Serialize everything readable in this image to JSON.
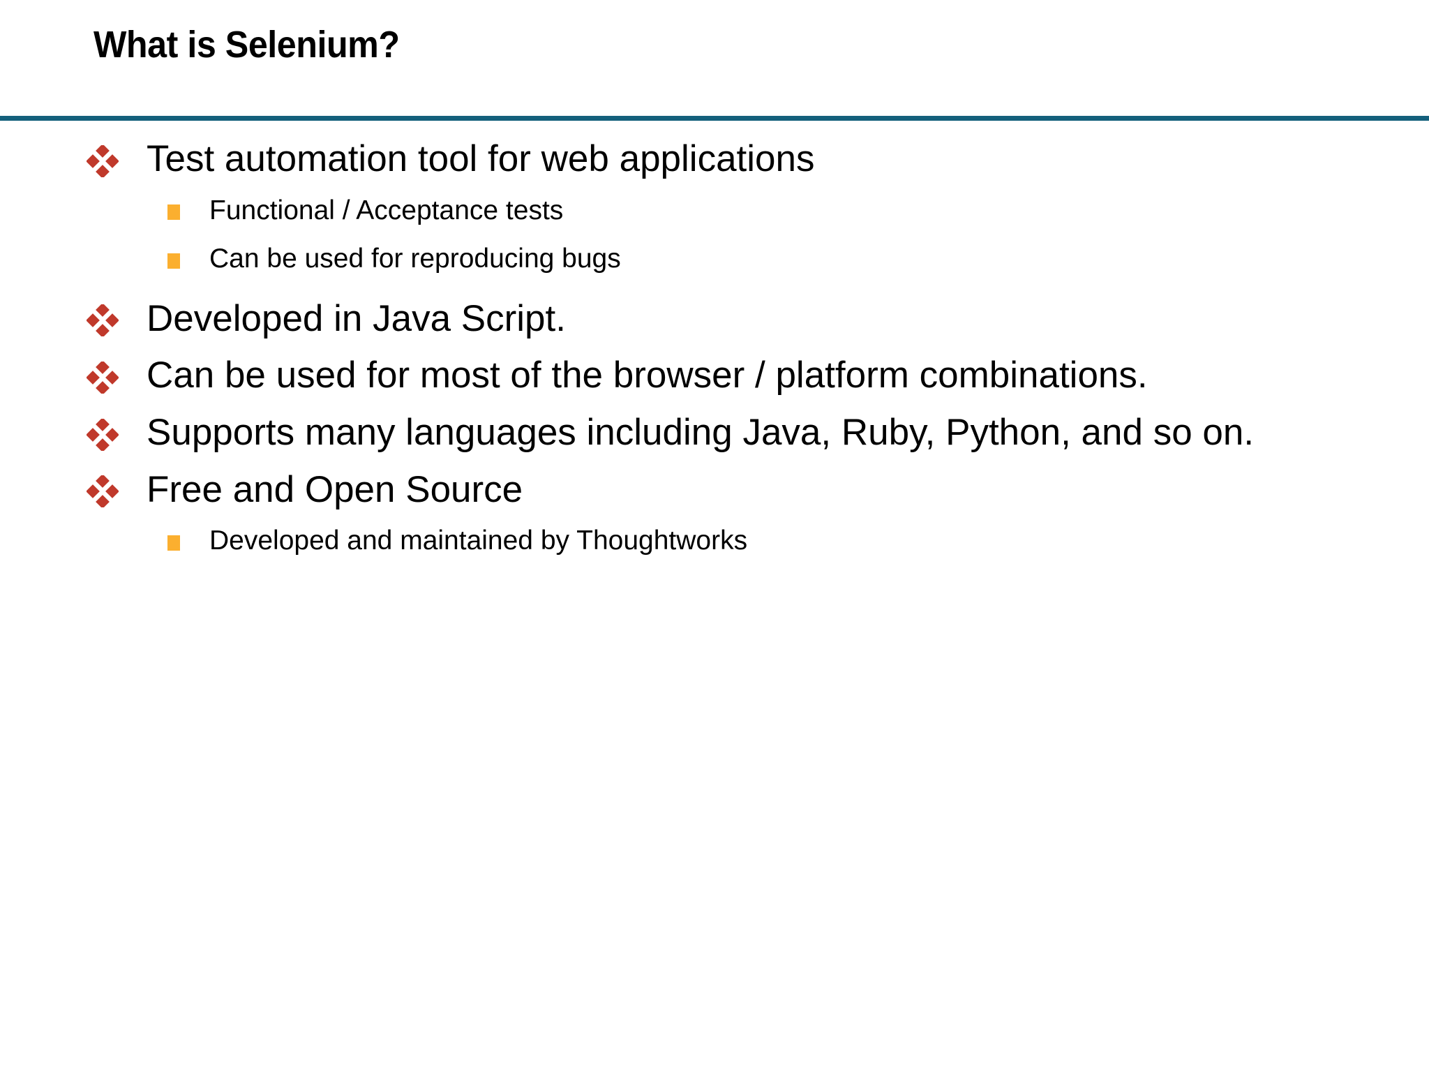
{
  "slide": {
    "title": "What is Selenium?",
    "accent_rule_color": "#14607C",
    "level1_bullet_color": "#C0392B",
    "level2_bullet_color": "#FBAF2F",
    "background_color": "#FFFFFF",
    "text_color": "#000000",
    "level1_bullet_glyph": "diamond-cluster-icon",
    "level2_bullet_glyph": "small-square-icon"
  },
  "content": {
    "items": [
      {
        "level": 1,
        "text": "Test automation tool for web applications"
      },
      {
        "level": 2,
        "text": "Functional / Acceptance tests"
      },
      {
        "level": 2,
        "text": "Can be used for reproducing bugs"
      },
      {
        "level": 1,
        "text": "Developed in Java Script."
      },
      {
        "level": 1,
        "text": "Can be used for most of the browser / platform combinations."
      },
      {
        "level": 1,
        "text": "Supports many languages including Java, Ruby, Python, and so on."
      },
      {
        "level": 1,
        "text": "Free and Open Source"
      },
      {
        "level": 2,
        "text": "Developed and maintained by Thoughtworks"
      }
    ]
  }
}
